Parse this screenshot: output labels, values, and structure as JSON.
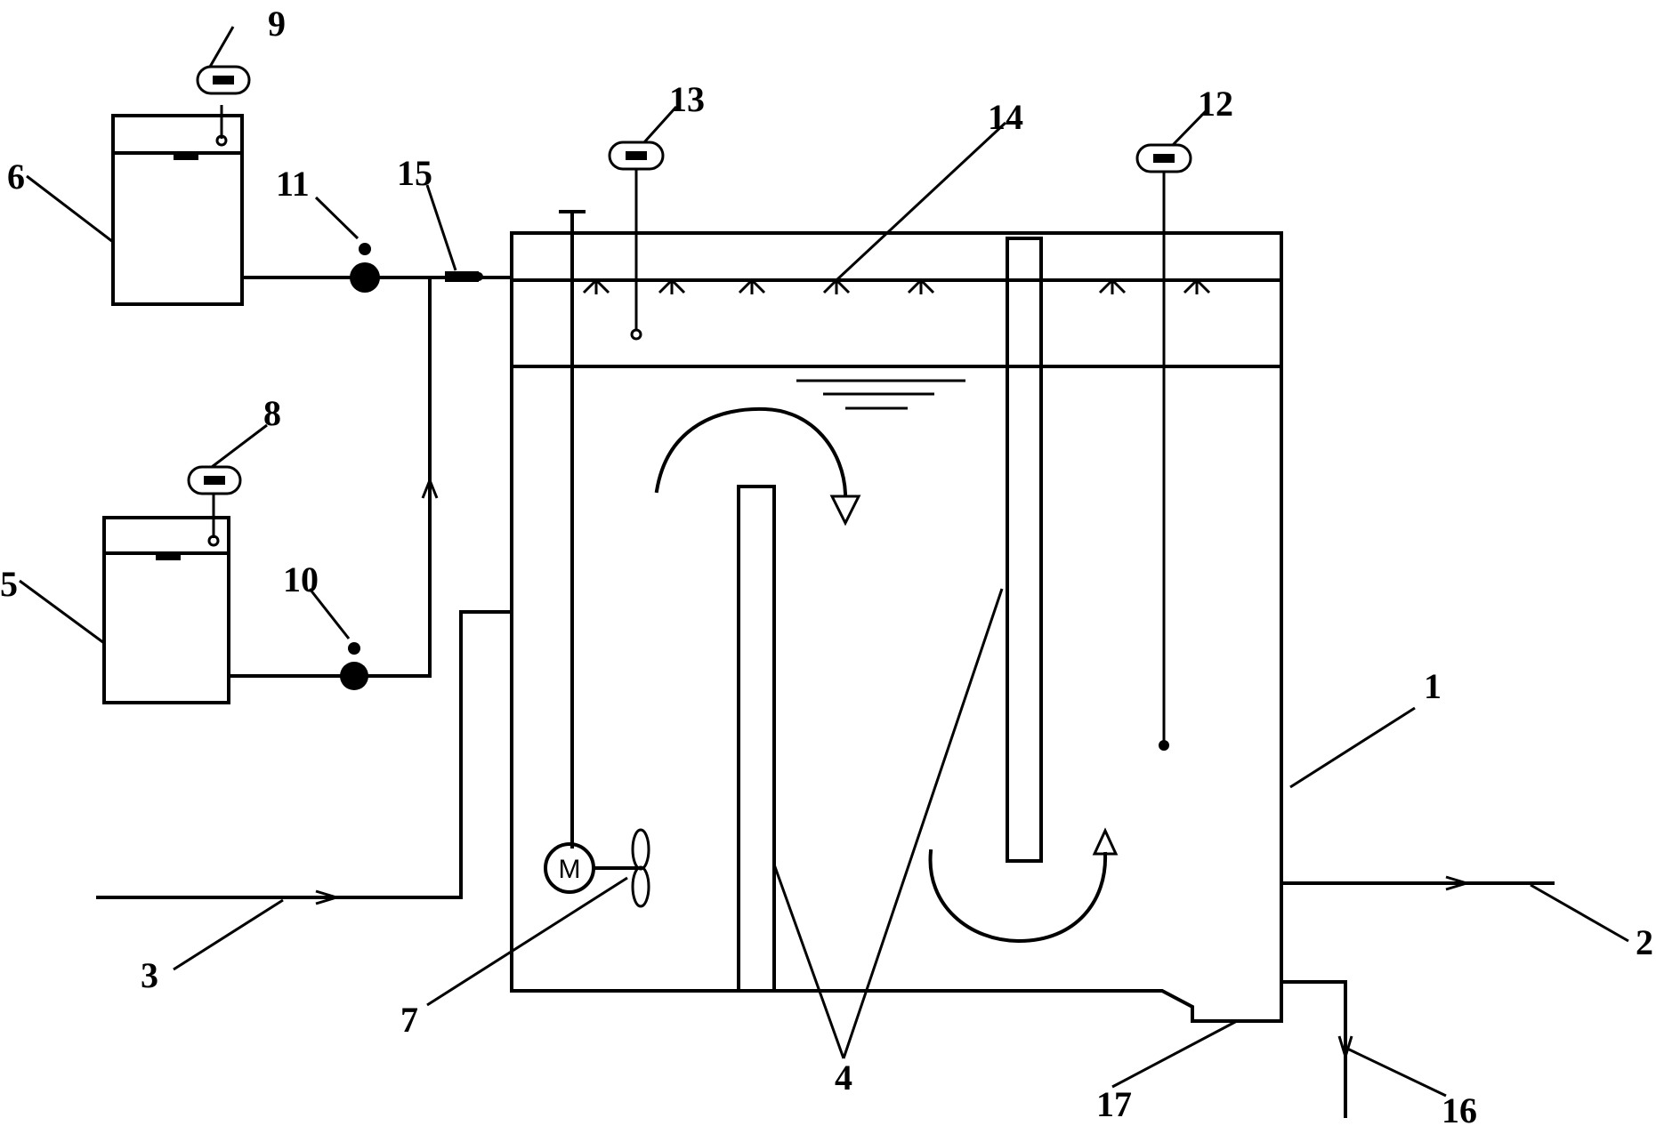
{
  "labels": {
    "l1": "1",
    "l2": "2",
    "l3": "3",
    "l4": "4",
    "l5": "5",
    "l6": "6",
    "l7": "7",
    "l8": "8",
    "l9": "9",
    "l10": "10",
    "l11": "11",
    "l12": "12",
    "l13": "13",
    "l14": "14",
    "l15": "15",
    "l16": "16",
    "l17": "17"
  },
  "motor": {
    "symbol": "M"
  }
}
